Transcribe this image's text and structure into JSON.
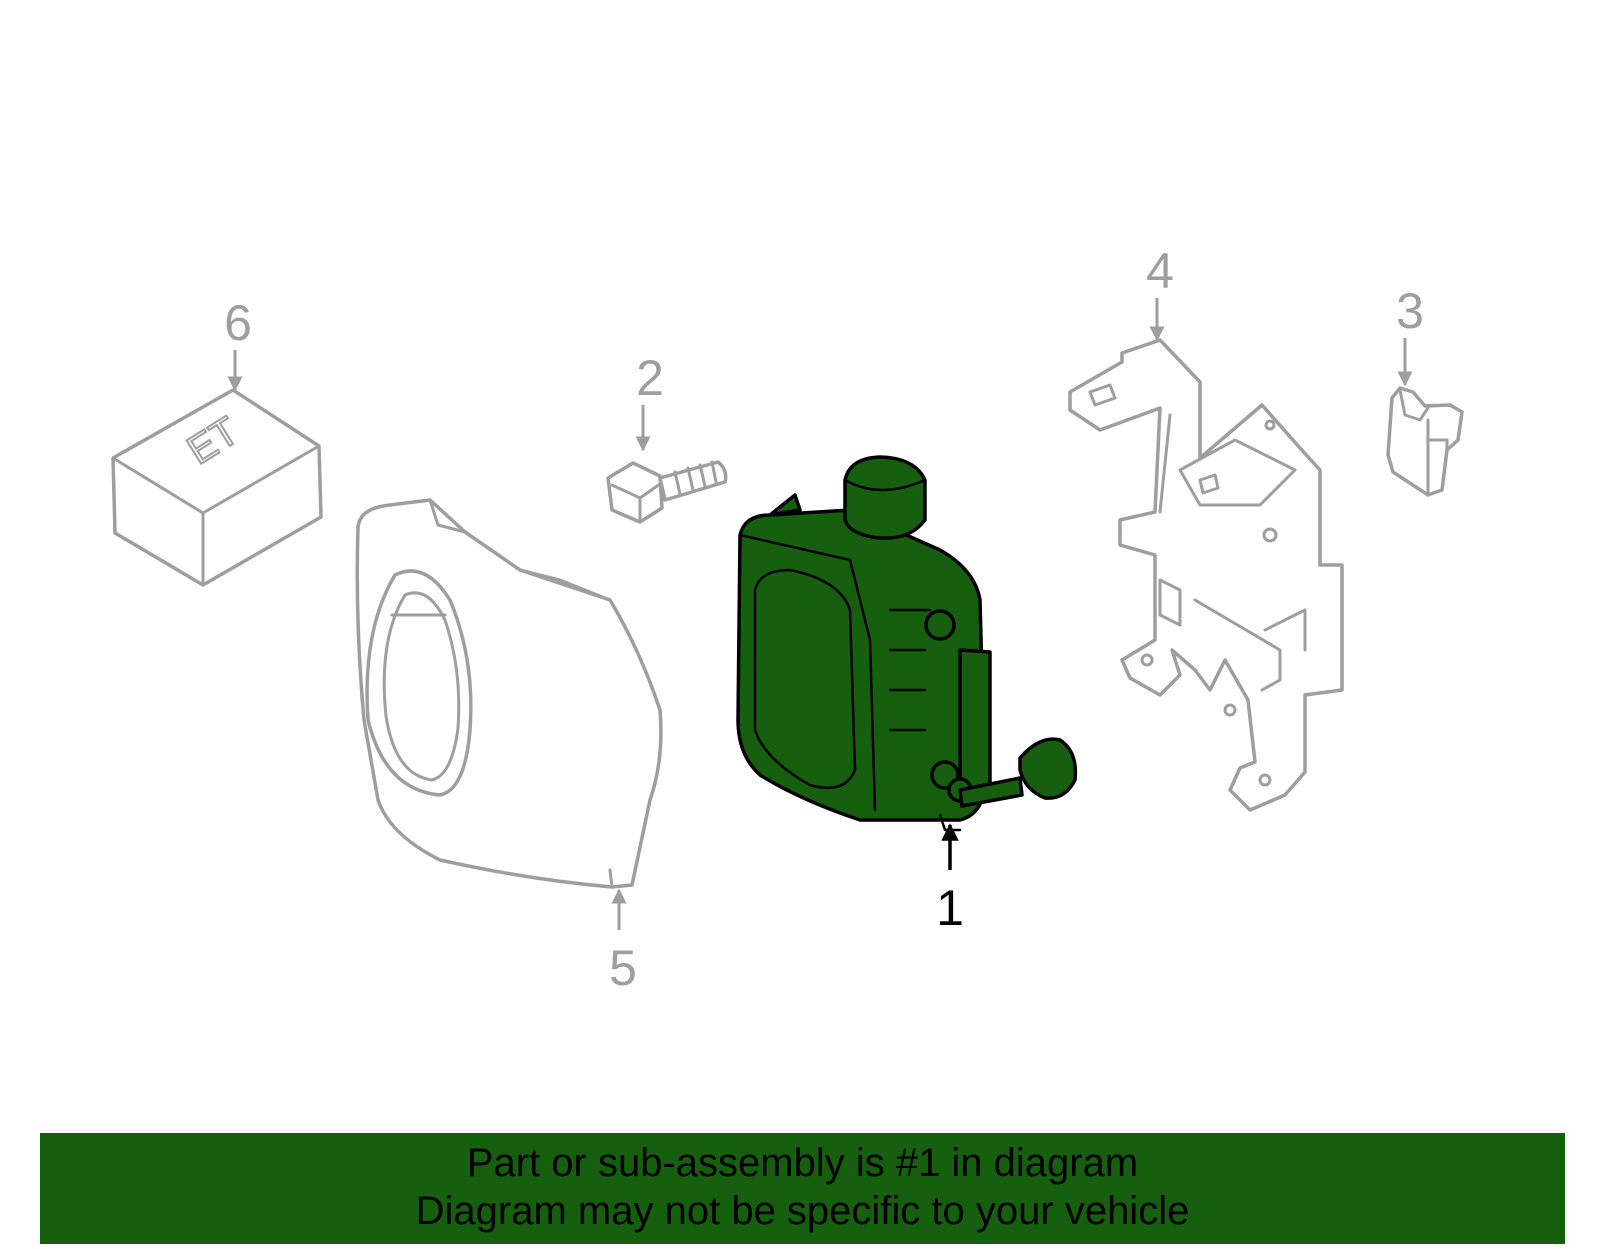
{
  "callouts": {
    "p1": "1",
    "p2": "2",
    "p3": "3",
    "p4": "4",
    "p5": "5",
    "p6": "6"
  },
  "label_text": "ET",
  "footer": {
    "line1": "Part or sub-assembly is #1 in diagram",
    "line2": "Diagram may not be specific to your vehicle"
  },
  "colors": {
    "highlight": "#155f0f",
    "outline": "#9e9e9e",
    "footer_bg": "#155f0f"
  }
}
